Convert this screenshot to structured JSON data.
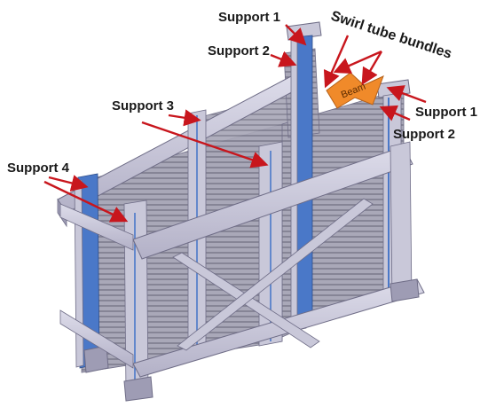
{
  "labels": {
    "swirl": "Swirl tube bundles",
    "beam": "Beam",
    "support1_top": "Support 1",
    "support2_top": "Support 2",
    "support1_right": "Support 1",
    "support2_right": "Support 2",
    "support3": "Support 3",
    "support4": "Support 4"
  },
  "colors": {
    "frame": "#c9c8d9",
    "frame_dark": "#9e9cb4",
    "frame_edge": "#6f6d87",
    "tubes": "#8b8a9c",
    "support_blue": "#4a78c8",
    "arrow_red": "#c8161d",
    "beam_orange": "#f08a2a"
  }
}
